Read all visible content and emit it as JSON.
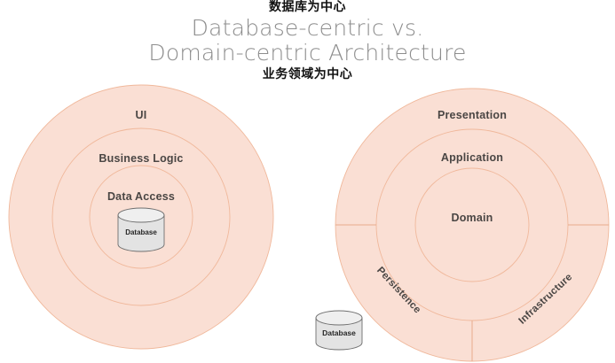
{
  "title": {
    "cn_top": "数据库为中心",
    "line1": "Database-centric vs.",
    "line2": "Domain-centric Architecture",
    "cn_bottom": "业务领域为中心"
  },
  "colors": {
    "ring_fill": "#fadfd4",
    "ring_stroke": "#f0b89b",
    "divider": "#e8ab8c",
    "label_text": "#4a4644",
    "title_text": "#8d8d8d",
    "cn_text": "#111111",
    "cylinder_body": "#e3e3e3",
    "cylinder_top": "#efefef",
    "cylinder_stroke": "#6f6f6f",
    "background": "#ffffff"
  },
  "left_diagram": {
    "name": "database-centric-architecture",
    "layers": [
      {
        "label": "UI"
      },
      {
        "label": "Business Logic"
      },
      {
        "label": "Data Access"
      }
    ],
    "cylinder": {
      "label": "Database"
    }
  },
  "right_diagram": {
    "name": "domain-centric-architecture",
    "layers": [
      {
        "label": "Presentation"
      },
      {
        "label": "Application"
      },
      {
        "label": "Domain"
      }
    ],
    "sector_labels": [
      {
        "label": "Persistence"
      },
      {
        "label": "Infrastructure"
      }
    ]
  },
  "bottom_cylinder": {
    "label": "Database"
  }
}
